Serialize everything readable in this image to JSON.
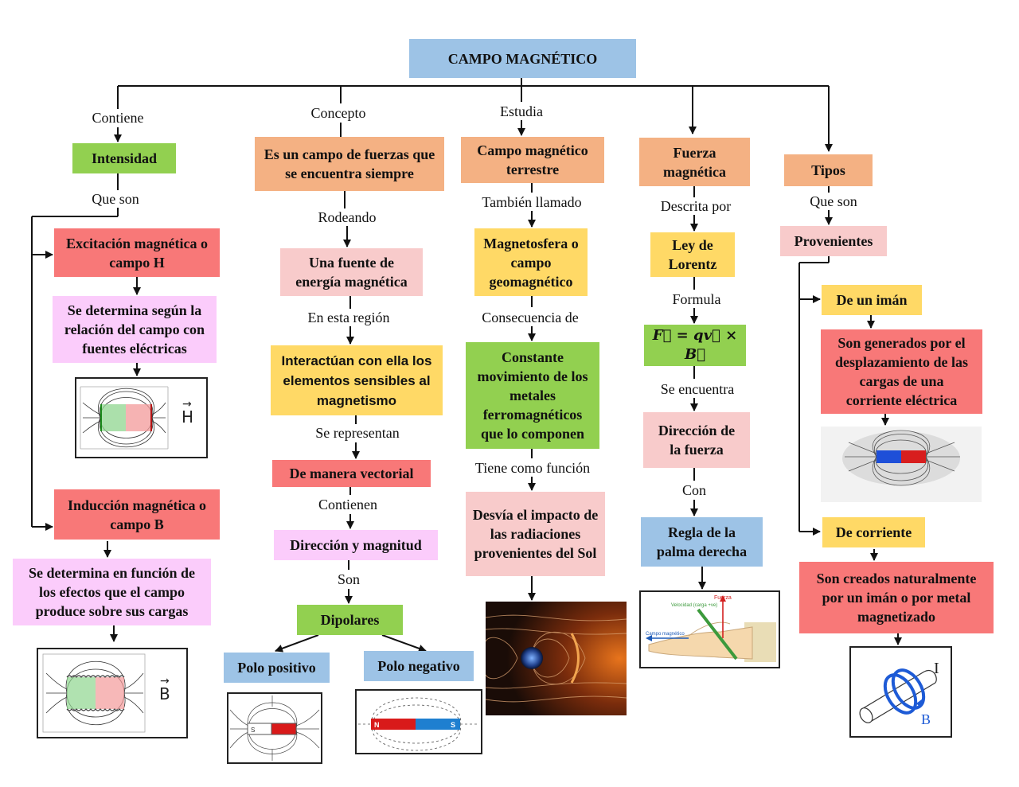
{
  "title": "CAMPO MAGNÉTICO",
  "colors": {
    "blue": "#9dc3e6",
    "green": "#92d050",
    "orange": "#f4b183",
    "red": "#f87878",
    "pink": "#f8cbcb",
    "magenta": "#fbccfb",
    "yellow": "#ffd966"
  },
  "col1": {
    "label_contiene": "Contiene",
    "intensidad": "Intensidad",
    "label_que_son": "Que son",
    "excitacion": "Excitación magnética o campo H",
    "excitacion_desc": "Se determina según la relación del campo con fuentes eléctricas",
    "h_symbol": "H",
    "induccion": "Inducción magnética o campo B",
    "induccion_desc": "Se determina en función de los efectos que el campo produce sobre sus cargas",
    "b_symbol": "B"
  },
  "col2": {
    "label_concepto": "Concepto",
    "concepto": "Es un campo de fuerzas que se encuentra siempre",
    "label_rodeando": "Rodeando",
    "fuente": "Una fuente de energía magnética",
    "label_region": "En esta región",
    "interactuan": "Interactúan con ella los elementos sensibles al magnetismo",
    "label_representan": "Se representan",
    "vectorial": "De manera vectorial",
    "label_contienen": "Contienen",
    "direccion": "Dirección y magnitud",
    "label_son": "Son",
    "dipolares": "Dipolares",
    "polo_positivo": "Polo positivo",
    "polo_negativo": "Polo negativo",
    "magnet_pos_s": "S",
    "magnet_neg_n": "N",
    "magnet_neg_s": "S"
  },
  "col3": {
    "label_estudia": "Estudia",
    "terrestre": "Campo magnético terrestre",
    "label_llamado": "También llamado",
    "magnetosfera": "Magnetosfera o campo geomagnético",
    "label_consecuencia": "Consecuencia de",
    "constante": "Constante movimiento de los metales ferromagnéticos que lo componen",
    "label_funcion": "Tiene como función",
    "desvia": "Desvía el impacto de las radiaciones provenientes del Sol"
  },
  "col4": {
    "fuerza": "Fuerza magnética",
    "label_descrita": "Descrita por",
    "lorentz": "Ley de Lorentz",
    "label_formula": "Formula",
    "formula": "F⃗ = qv⃗ × B⃗",
    "label_encuentra": "Se encuentra",
    "direccion_fuerza": "Dirección de la fuerza",
    "label_con": "Con",
    "regla": "Regla de la palma derecha",
    "hand_label_fuerza": "Fuerza",
    "hand_label_velocidad": "Velocidad (carga +ve)",
    "hand_label_campo": "Campo magnético"
  },
  "col5": {
    "tipos": "Tipos",
    "label_que_son": "Que son",
    "provenientes": "Provenientes",
    "de_iman": "De un imán",
    "iman_desc": "Son generados por el desplazamiento de las cargas de una corriente eléctrica",
    "de_corriente": "De corriente",
    "corriente_desc": "Son creados naturalmente por un imán o por metal magnetizado",
    "i_symbol": "I",
    "b_symbol": "B"
  }
}
